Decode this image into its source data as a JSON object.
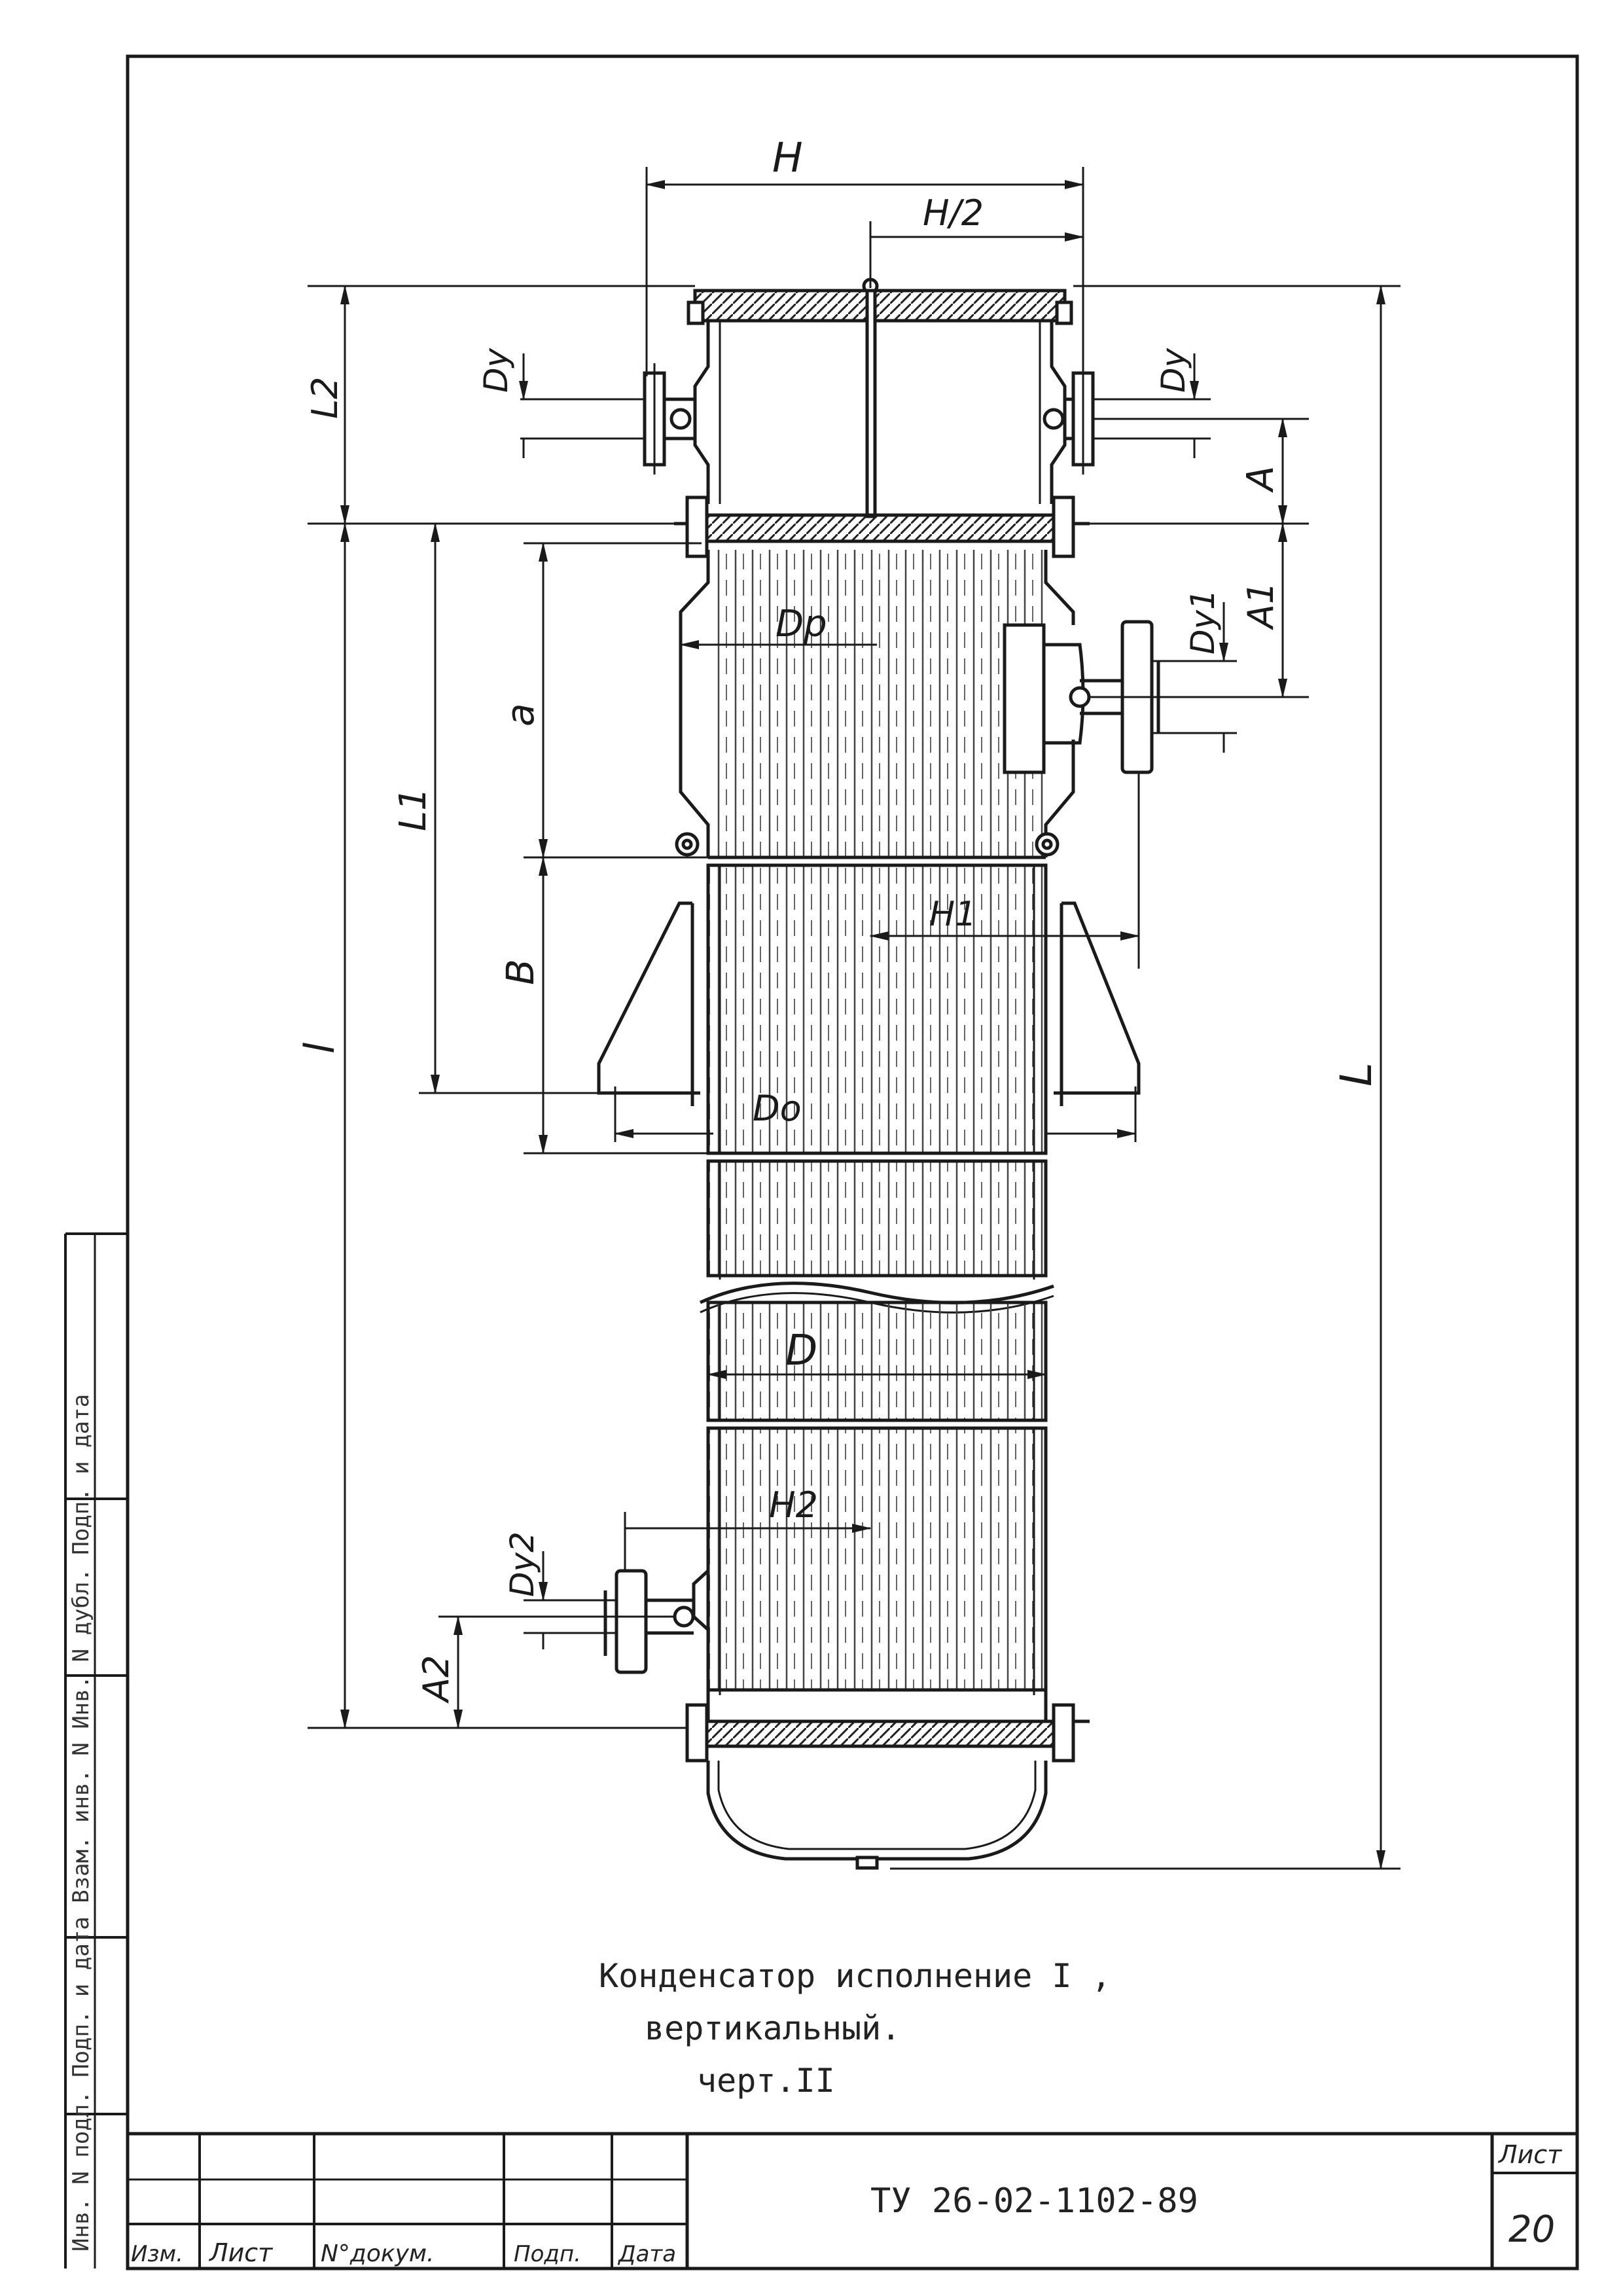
{
  "dimensions": {
    "H": "H",
    "H_half": "H/2",
    "L2": "L2",
    "Dy_left": "Dy",
    "Dy_right": "Dy",
    "A": "A",
    "A1": "A1",
    "Dy1": "Dy1",
    "Dp": "Dp",
    "a": "a",
    "L1": "L1",
    "l": "l",
    "B": "B",
    "H1": "H1",
    "Do": "Do",
    "D": "D",
    "L": "L",
    "H2": "H2",
    "Dy2": "Dy2",
    "A2": "A2"
  },
  "caption": {
    "line1": "Конденсатор исполнение I ,",
    "line2": "вертикальный.",
    "line3": "черт.II"
  },
  "title_block": {
    "document_code": "ТУ 26-02-1102-89",
    "sheet_label": "Лист",
    "sheet_number": "20",
    "col_izm": "Изм.",
    "col_list": "Лист",
    "col_doc": "N°докум.",
    "col_sign": "Подп.",
    "col_date": "Дата"
  },
  "side_stamp": {
    "text": "Инв. N подл.   Подп. и дата   Взам. инв. N   Инв. N дубл.   Подп. и дата"
  },
  "colors": {
    "ink": "#1a1a1a",
    "paper": "#ffffff"
  }
}
